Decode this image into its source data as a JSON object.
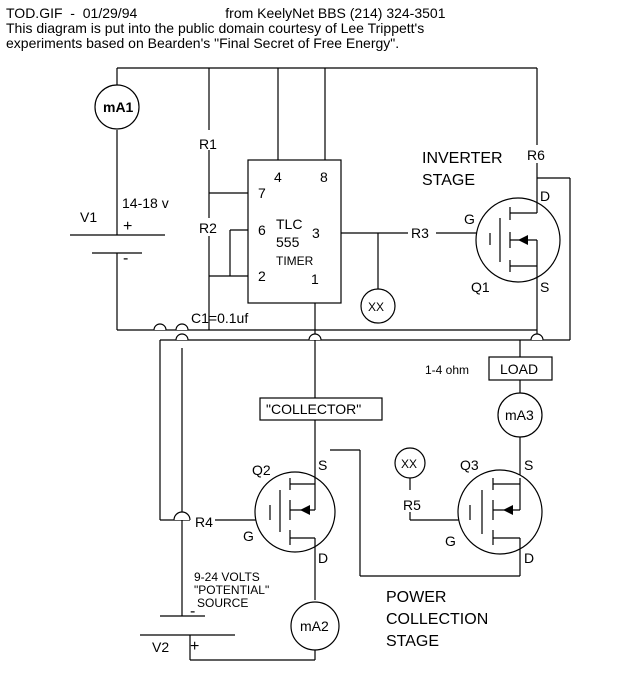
{
  "header": {
    "filename": "TOD.GIF",
    "date": "01/29/94",
    "source": "from KeelyNet BBS (214) 324-3501",
    "line2": "This diagram is put into the public domain courtesy of Lee Trippett's",
    "line3": "experiments based on Bearden's \"Final Secret of Free Energy\"."
  },
  "meters": {
    "ma1": "mA1",
    "ma2": "mA2",
    "ma3": "mA3"
  },
  "resistors": {
    "r1": "R1",
    "r2": "R2",
    "r3": "R3",
    "r4": "R4",
    "r5": "R5",
    "r6": "R6"
  },
  "timer": {
    "line1": "TLC",
    "line2": "555",
    "line3": "TIMER",
    "pins": {
      "p1": "1",
      "p2": "2",
      "p3": "3",
      "p4": "4",
      "p6": "6",
      "p7": "7",
      "p8": "8"
    }
  },
  "source_v1": {
    "name": "V1",
    "voltage": "14-18 v",
    "plus": "+",
    "minus": "-"
  },
  "source_v2": {
    "name": "V2",
    "line1": "9-24 VOLTS",
    "line2": "\"POTENTIAL\"",
    "line3": "SOURCE",
    "plus": "+",
    "minus": "-"
  },
  "capacitor": "C1=0.1uf",
  "xx_top": "XX",
  "xx_mid": "XX",
  "inverter": {
    "line1": "INVERTER",
    "line2": "STAGE"
  },
  "q1": {
    "name": "Q1",
    "g": "G",
    "d": "D",
    "s": "S"
  },
  "q2": {
    "name": "Q2",
    "g": "G",
    "d": "D",
    "s": "S"
  },
  "q3": {
    "name": "Q3",
    "g": "G",
    "d": "D",
    "s": "S"
  },
  "load": {
    "label": "LOAD",
    "resistance": "1-4 ohm"
  },
  "collector": "\"COLLECTOR\"",
  "power_stage": {
    "line1": "POWER",
    "line2": "COLLECTION",
    "line3": "STAGE"
  }
}
